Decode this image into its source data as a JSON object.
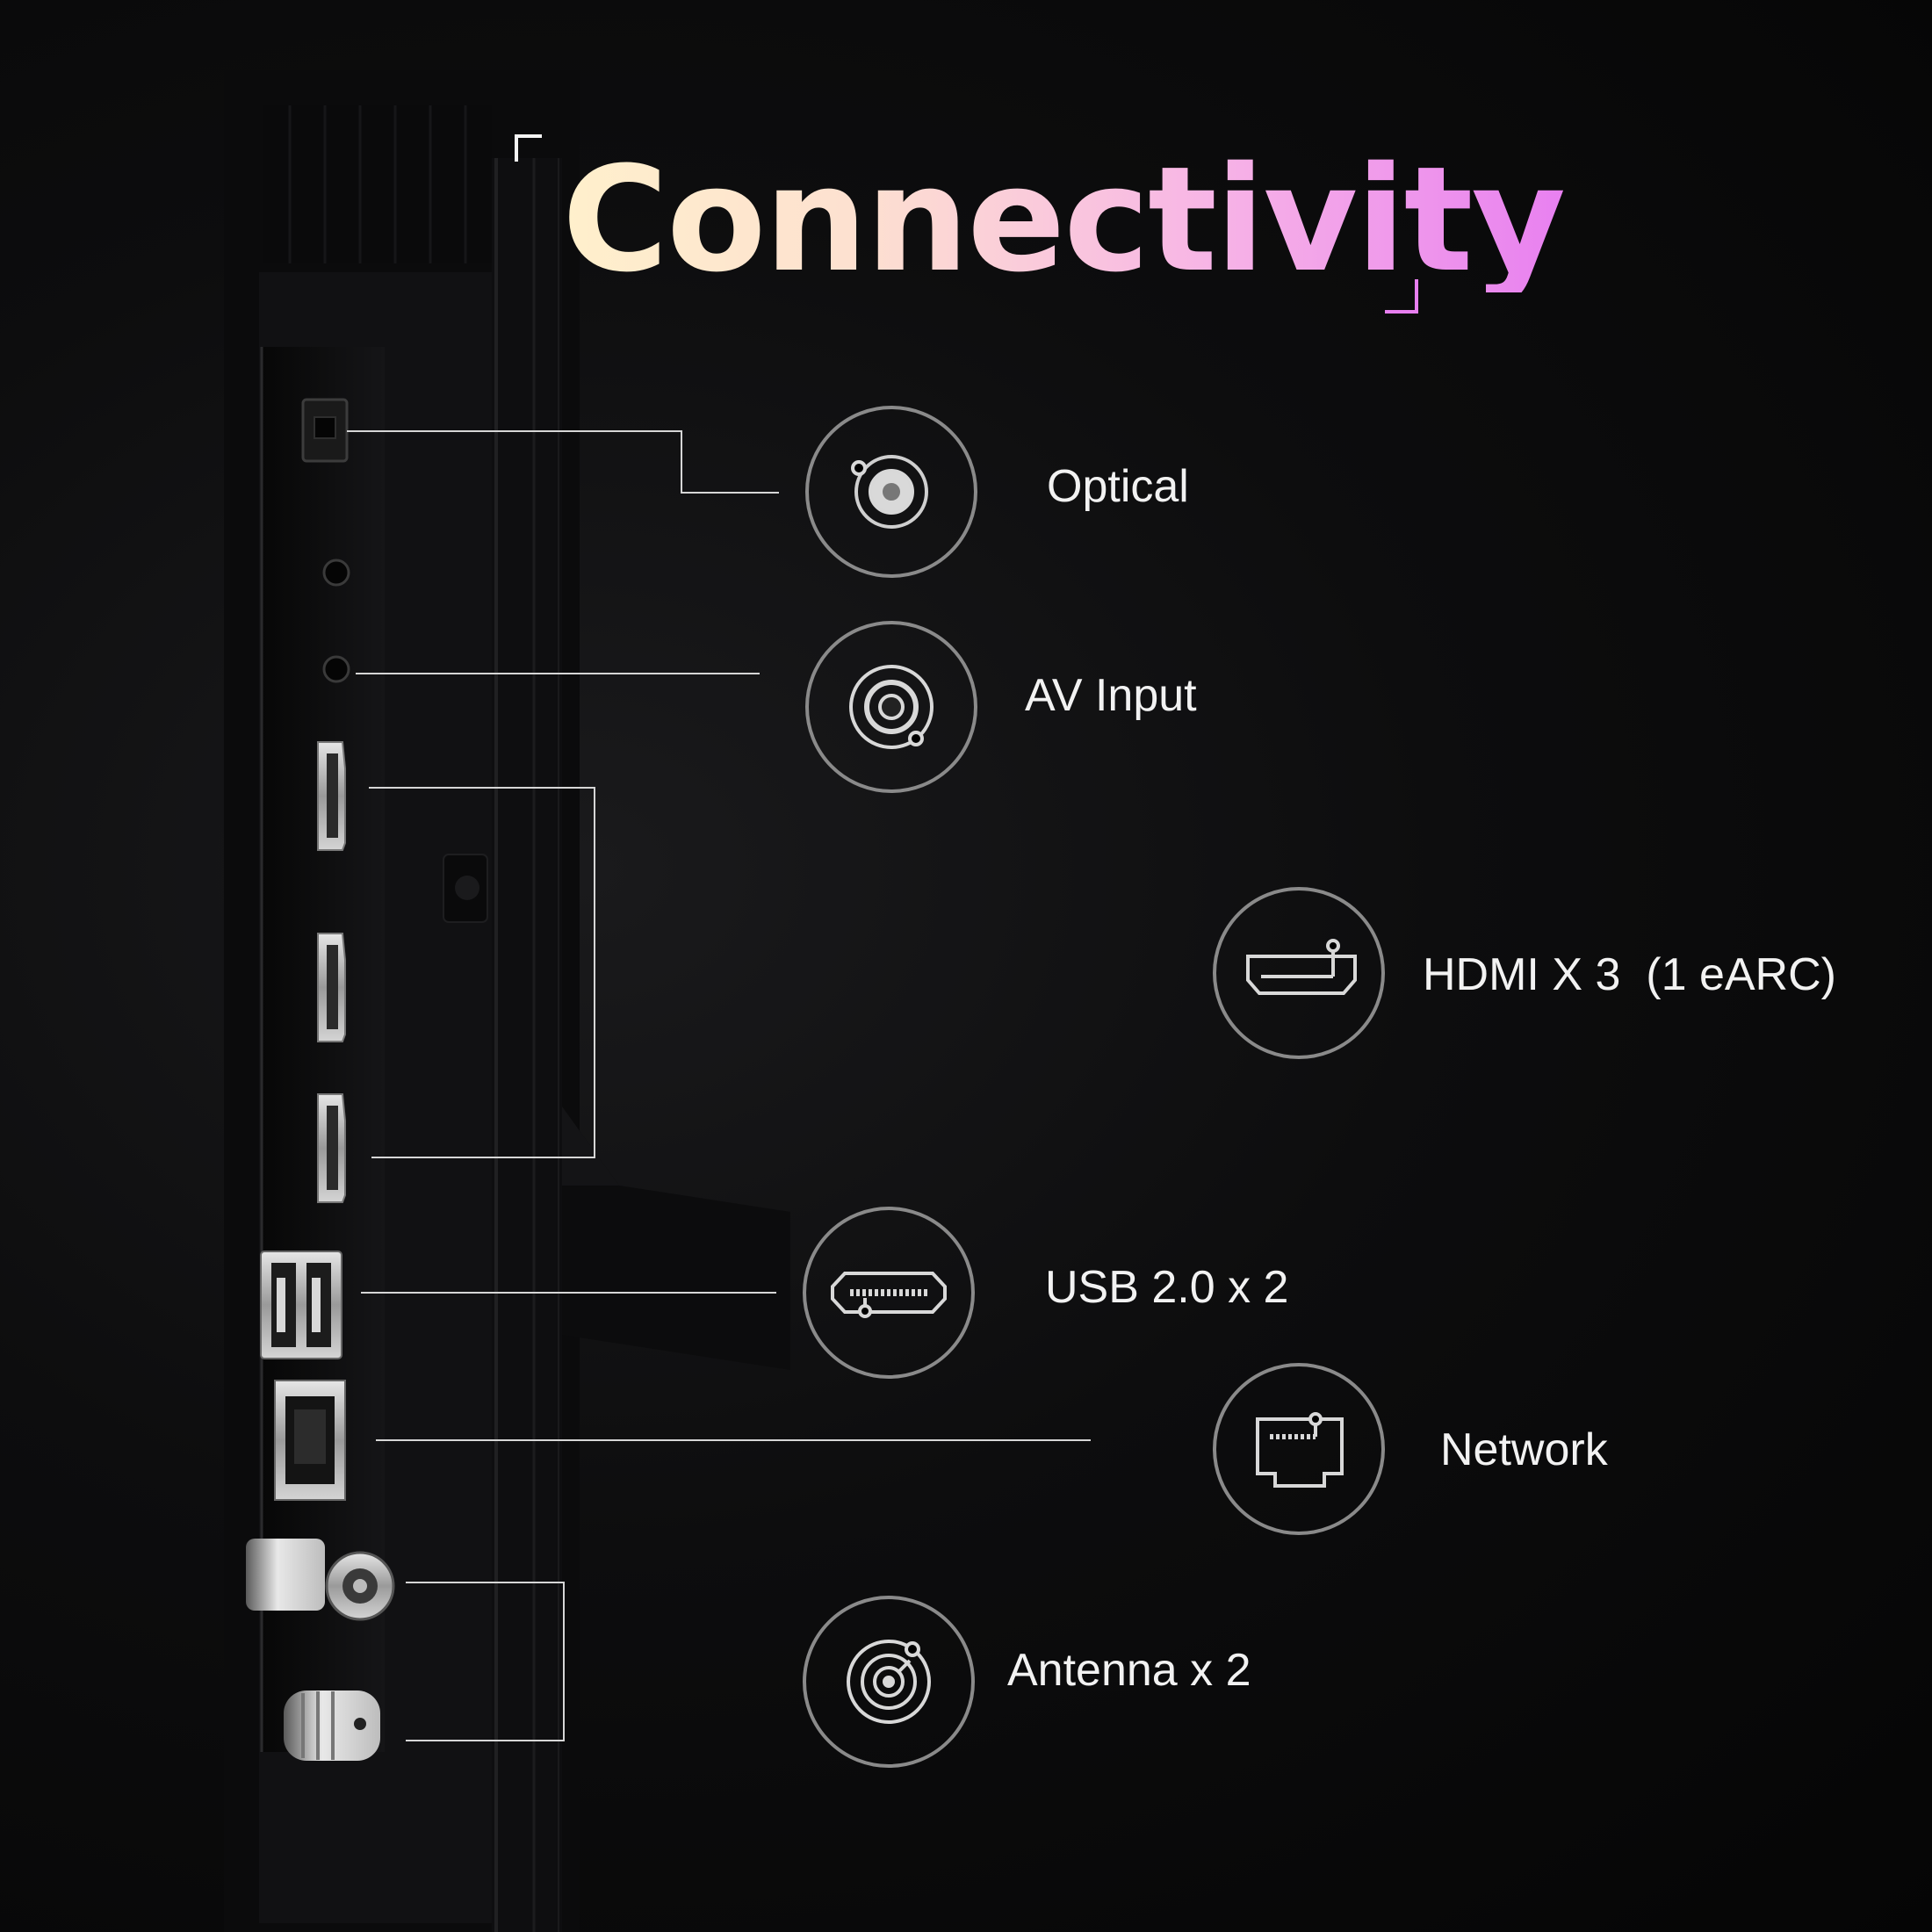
{
  "title": "Connectivity",
  "colors": {
    "background": "#000000",
    "title_gradient": [
      "#fff0cc",
      "#f7b4e6",
      "#e880f0"
    ],
    "bracket_start": "#ffffff",
    "bracket_end": "#e87ff0",
    "icon_ring": "#8a8a8a",
    "label_text": "#f2f2f2"
  },
  "features": [
    {
      "label": "Optical",
      "icon": "optical-port-icon"
    },
    {
      "label": "AV Input",
      "icon": "av-jack-icon"
    },
    {
      "label": "HDMI X 3  (1 eARC)",
      "icon": "hdmi-port-icon"
    },
    {
      "label": "USB 2.0 x 2",
      "icon": "usb-port-icon"
    },
    {
      "label": "Network",
      "icon": "ethernet-port-icon"
    },
    {
      "label": "Antenna x 2",
      "icon": "antenna-connector-icon"
    }
  ]
}
